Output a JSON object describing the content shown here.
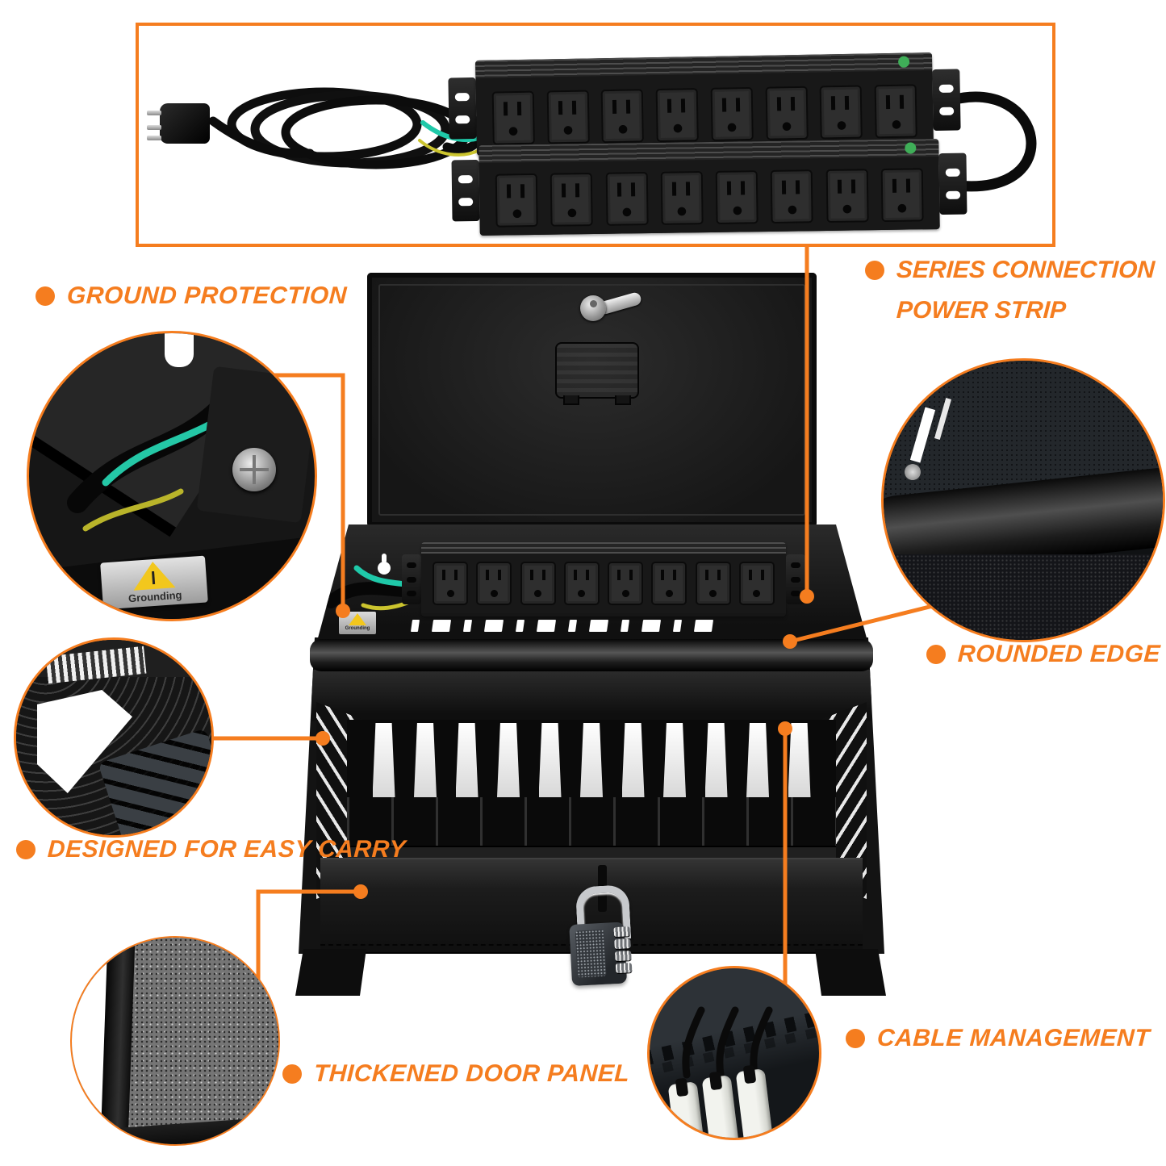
{
  "colors": {
    "accent": "#f57d1f",
    "background": "#ffffff",
    "cabinet_black": "#161616",
    "indicator_green": "#3fae58",
    "ground_wire_teal": "#1fc9a9",
    "warning_yellow": "#f2c71d",
    "device_white": "#eaece6"
  },
  "callouts": {
    "ground_protection": {
      "label": "GROUND PROTECTION"
    },
    "series_connection": {
      "line1": "SERIES CONNECTION",
      "line2": "POWER STRIP"
    },
    "rounded_edge": {
      "label": "ROUNDED EDGE"
    },
    "easy_carry": {
      "label": "DESIGNED FOR EASY CARRY"
    },
    "thickened_door": {
      "label": "THICKENED DOOR PANEL"
    },
    "cable_management": {
      "label": "CABLE MANAGEMENT"
    }
  },
  "stickers": {
    "grounding": "Grounding"
  },
  "counts": {
    "outlets_per_strip": 8,
    "power_strips_in_box": 2,
    "interior_slots": 11,
    "padlock_dials": 4,
    "charging_cables": 3
  }
}
